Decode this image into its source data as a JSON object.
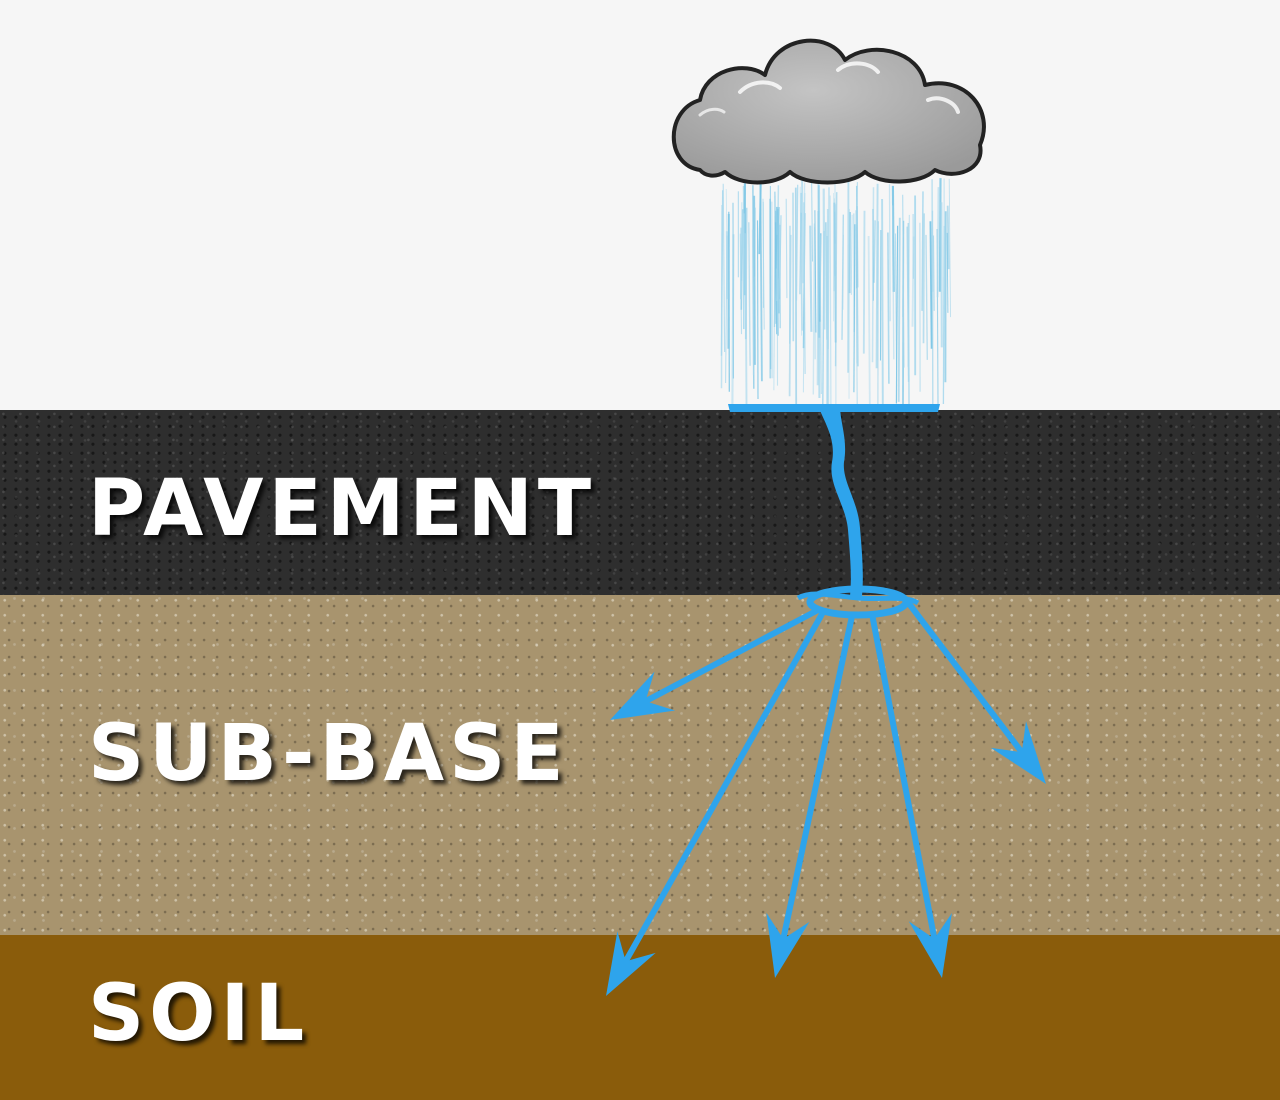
{
  "layers": {
    "pavement": {
      "label": "PAVEMENT",
      "color": "#2e2e2e"
    },
    "subbase": {
      "label": "SUB-BASE",
      "color": "#a8946e"
    },
    "soil": {
      "label": "SOIL",
      "color": "#8a5c0b"
    }
  },
  "colors": {
    "sky": "#f6f6f6",
    "cloud": "#a9a9a9",
    "cloud_outline": "#222222",
    "water": "#2ea4ec"
  },
  "icons": {
    "cloud": "rain-cloud-icon",
    "rain": "rain-streaks",
    "flow": "water-flow-arrows"
  }
}
